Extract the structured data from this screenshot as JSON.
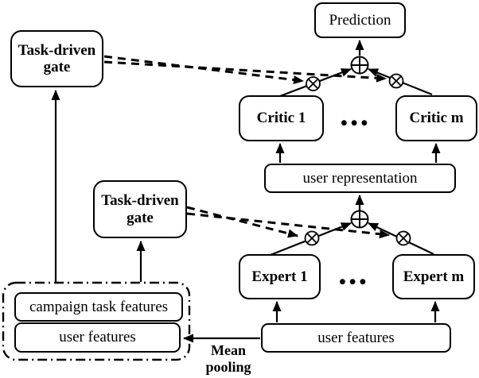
{
  "colors": {
    "ink": "#000000",
    "background": "#ffffff"
  },
  "nodes": {
    "gate_top": {
      "line1": "Task-driven",
      "line2": "gate"
    },
    "prediction": {
      "label": "Prediction"
    },
    "critic_1": {
      "label": "Critic 1"
    },
    "critic_m": {
      "label": "Critic m"
    },
    "critics_ellipsis": {
      "label": "•••"
    },
    "user_representation": {
      "label": "user representation"
    },
    "gate_mid": {
      "line1": "Task-driven",
      "line2": "gate"
    },
    "expert_1": {
      "label": "Expert 1"
    },
    "expert_m": {
      "label": "Expert m"
    },
    "experts_ellipsis": {
      "label": "•••"
    },
    "campaign_task_features": {
      "label": "campaign task features"
    },
    "user_features_pooled": {
      "label": "user features"
    },
    "user_features_raw": {
      "label": "user features"
    }
  },
  "annotations": {
    "mean_pooling": {
      "line1": "Mean",
      "line2": "pooling"
    }
  },
  "operators": {
    "sum_symbol": "⊕",
    "product_symbol": "⊗"
  }
}
